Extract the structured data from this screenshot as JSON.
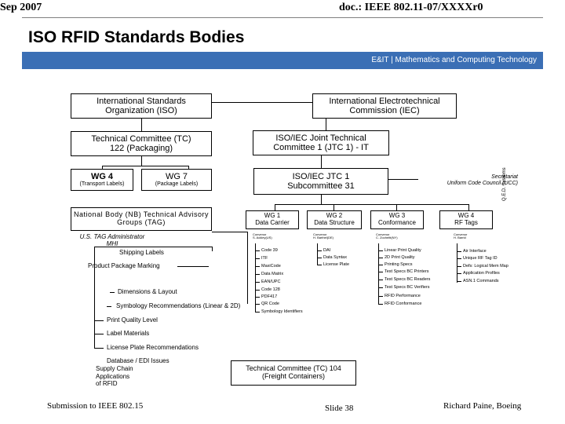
{
  "header": {
    "date": "Sep 2007",
    "doc": "doc.: IEEE 802.11-07/XXXXr0",
    "title": "ISO RFID Standards Bodies",
    "band": "E&IT | Mathematics and Computing Technology",
    "band_color": "#3b6fb5"
  },
  "diagram": {
    "iso": "International Standards Organization (ISO)",
    "iec": "International Electrotechnical Commission (IEC)",
    "tc122": "Technical Committee (TC) 122 (Packaging)",
    "jtc1": "ISO/IEC Joint Technical Committee 1 (JTC 1) - IT",
    "wg4_left_title": "WG 4",
    "wg4_left_sub": "(Transport Labels)",
    "wg7_title": "WG 7",
    "wg7_sub": "(Package Labels)",
    "sc31_line1": "ISO/IEC JTC 1",
    "sc31_line2": "Subcommittee 31",
    "secretariat_line1": "Secretariat",
    "secretariat_line2": "Uniform Code Council (UCC)",
    "side_label": "Q.E.D. Systems",
    "nb_tag": "National Body (NB) Technical Advisory Groups (TAG)",
    "wg1_title": "WG 1",
    "wg1_sub": "Data Carrier",
    "wg2_title": "WG 2",
    "wg2_sub": "Data Structure",
    "wg3_title": "WG 3",
    "wg3_sub": "Conformance",
    "wg4_title": "WG 4",
    "wg4_sub": "RF Tags",
    "convenor1": "Convenor",
    "convenor1_name": "S. Ackley(US)",
    "convenor2": "Convenor",
    "convenor2_name": "H. Barthel(DE)",
    "convenor3": "Convenor",
    "convenor3_name": "C. Zocheltt(NY)",
    "convenor4": "Convenor",
    "convenor4_name": "H. Barrld",
    "wg1_items": [
      "Code 39",
      "ITF",
      "MaxiCode",
      "Data Matrix",
      "EAN/UPC",
      "Code 128",
      "PDF417",
      "QR Code",
      "Symbology Identifiers"
    ],
    "wg2_items": [
      "DAI",
      "Data Syntax",
      "License Plate"
    ],
    "wg3_items": [
      "Linear Print Quality",
      "2D Print Quality",
      "Printing Specs",
      "Test Specs BC Printers",
      "Test Specs BC Readers",
      "Test Specs BC Verifiers",
      "RFID Performance",
      "RFID Conformance"
    ],
    "wg4_items": [
      "Air Interface",
      "Unique RF Tag ID",
      "Defs: Logical Mem Map",
      "Application Profiles",
      "ASN.1 Commands"
    ],
    "tag_admin_line1": "U.S. TAG Administrator",
    "tag_admin_line2": "MHI",
    "tc122_items": [
      "Shipping Labels",
      "Product Package Marking",
      "Dimensions & Layout",
      "Symbology Recommendations (Linear & 2D)",
      "Print Quality Level",
      "Label Materials",
      "License Plate Recommendations"
    ],
    "edi_line1": "Database / EDI Issues",
    "supply_lines": [
      "Supply Chain",
      "Applications",
      "of RFID"
    ],
    "tc104": "Technical Committee (TC) 104 (Freight Containers)"
  },
  "footer": {
    "left": "Submission to IEEE 802.15",
    "center": "Slide 38",
    "right": "Richard Paine, Boeing"
  }
}
